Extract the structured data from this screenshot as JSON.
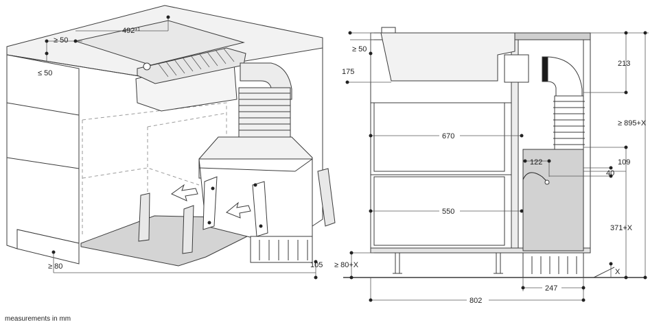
{
  "iso_view": {
    "labels": {
      "cutout_width": "492",
      "cutout_width_tol": "±1",
      "front_clearance": "≥ 50",
      "front_max": "≤ 50",
      "plinth_clearance": "≥ 80",
      "box_depth": "105"
    }
  },
  "side_view": {
    "labels": {
      "top_clearance": "≥ 50",
      "unit_height": "175",
      "depth_670": "670",
      "depth_550": "550",
      "duct_top": "213",
      "total_height": "≥ 895+X",
      "offset_122": "122",
      "height_109": "109",
      "height_40": "40",
      "lower_height": "371+X",
      "plinth_height": "≥ 80+X",
      "width_247": "247",
      "width_802": "802",
      "var_x": "X"
    }
  },
  "caption": "measurements in mm",
  "colors": {
    "line": "#3a3a3a",
    "fill_gray": "#d4d4d4",
    "dash": "#9a9a9a"
  }
}
